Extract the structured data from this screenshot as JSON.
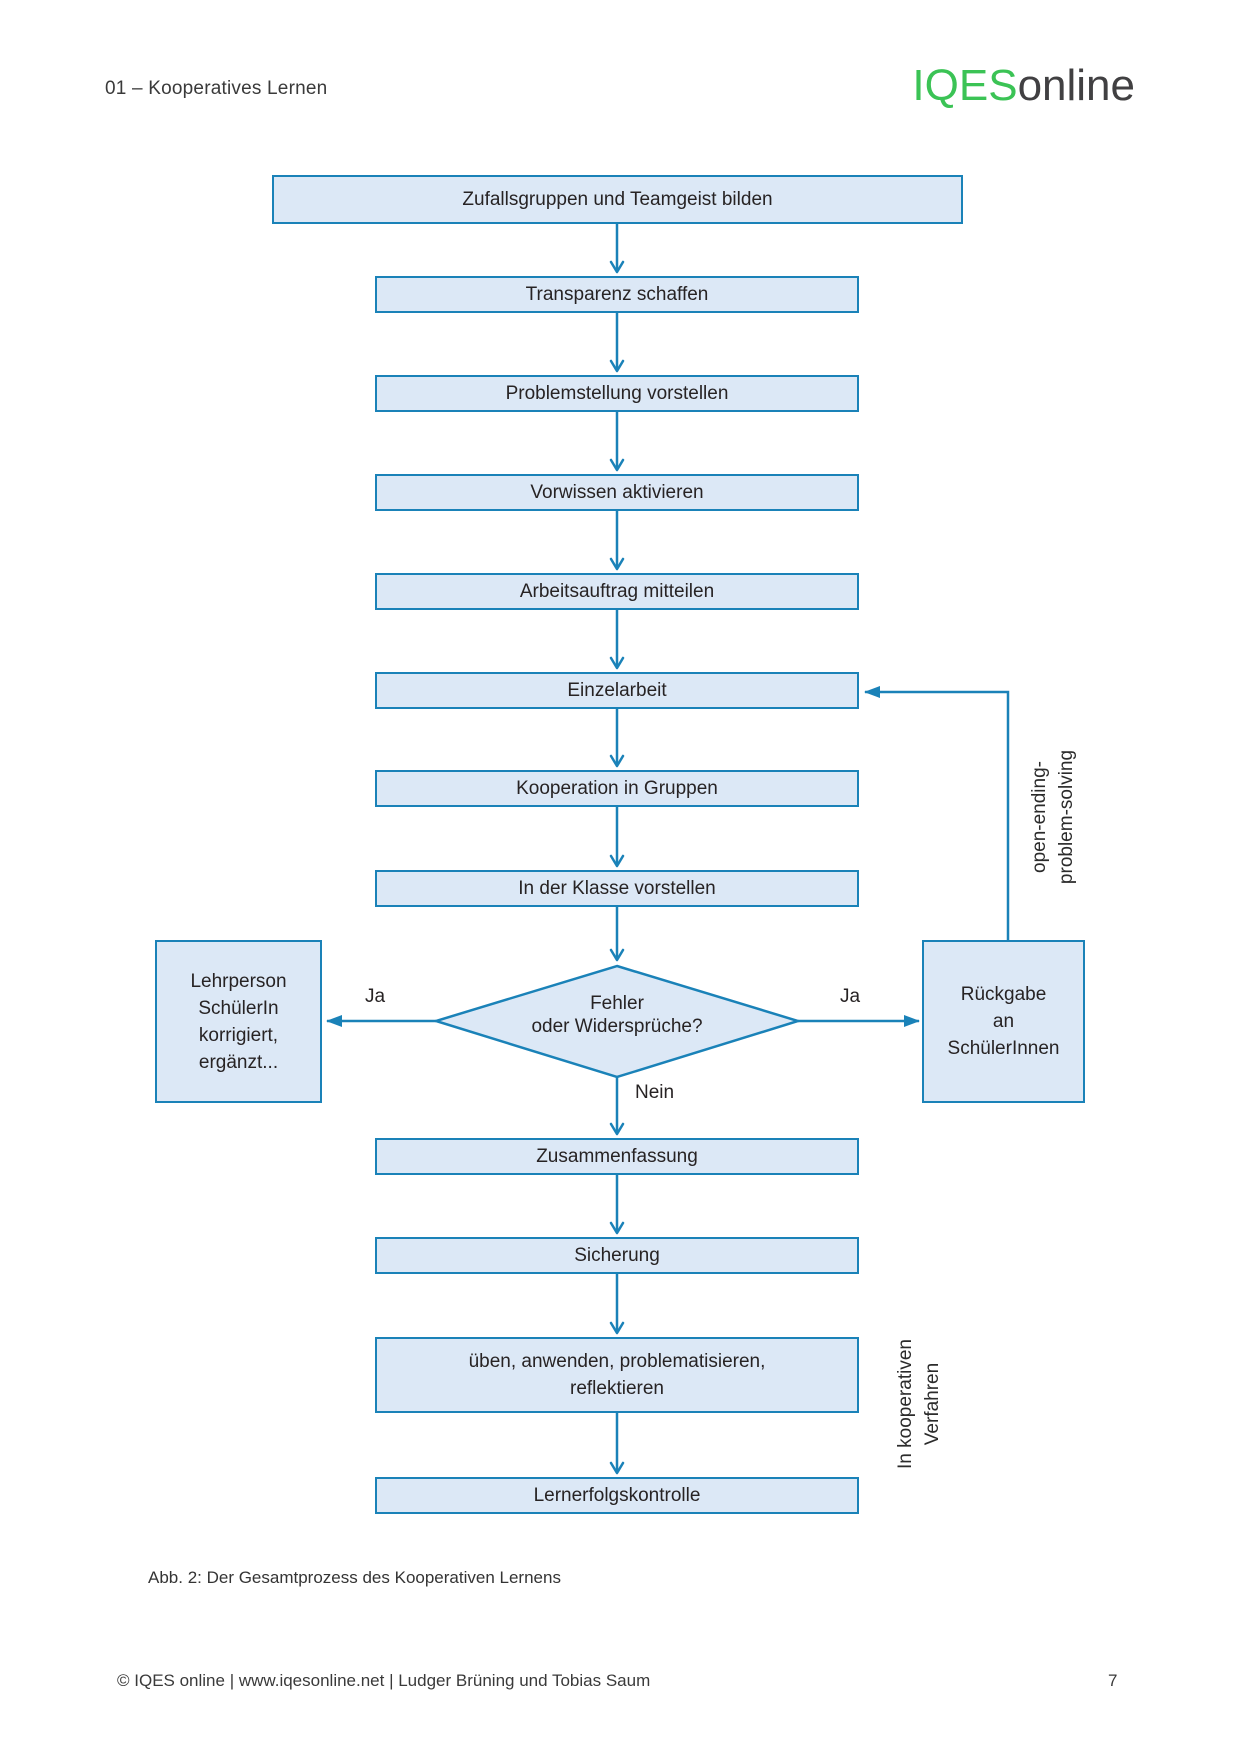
{
  "header": {
    "section_title": "01 – Kooperatives Lernen",
    "logo": {
      "primary": "IQES",
      "secondary": "online",
      "primary_color": "#3bc355",
      "secondary_color": "#414042"
    }
  },
  "flowchart": {
    "colors": {
      "box_fill": "#dce8f6",
      "box_border": "#1a82b8",
      "arrow": "#1a82b8",
      "text": "#272324"
    },
    "boxes": [
      {
        "id": "zufallsgruppen",
        "label": "Zufallsgruppen und Teamgeist bilden"
      },
      {
        "id": "transparenz",
        "label": "Transparenz schaffen"
      },
      {
        "id": "problemstellung",
        "label": "Problemstellung vorstellen"
      },
      {
        "id": "vorwissen",
        "label": "Vorwissen aktivieren"
      },
      {
        "id": "arbeitsauftrag",
        "label": "Arbeitsauftrag mitteilen"
      },
      {
        "id": "einzelarbeit",
        "label": "Einzelarbeit"
      },
      {
        "id": "kooperation",
        "label": "Kooperation in Gruppen"
      },
      {
        "id": "klasse",
        "label": "In der Klasse vorstellen"
      },
      {
        "id": "zusammenfassung",
        "label": "Zusammenfassung"
      },
      {
        "id": "sicherung",
        "label": "Sicherung"
      },
      {
        "id": "ueben",
        "label": "üben, anwenden, problematisieren,\nreflektieren"
      },
      {
        "id": "lernerfolgskontrolle",
        "label": "Lernerfolgskontrolle"
      }
    ],
    "decision": {
      "label": "Fehler\noder Widersprüche?"
    },
    "side_boxes": {
      "left": {
        "label": "Lehrperson\nSchülerIn\nkorrigiert,\nergänzt..."
      },
      "right": {
        "label": "Rückgabe\nan\nSchülerInnen"
      }
    },
    "edge_labels": {
      "yes_left": "Ja",
      "yes_right": "Ja",
      "no": "Nein"
    },
    "annotations": {
      "loop": "open-ending-\nproblem-solving",
      "bottom": "In kooperativen\nVerfahren"
    }
  },
  "caption": "Abb. 2: Der Gesamtprozess des Kooperativen Lernens",
  "footer": {
    "left": "© IQES online | www.iqesonline.net | Ludger Brüning und Tobias Saum",
    "page": "7"
  }
}
